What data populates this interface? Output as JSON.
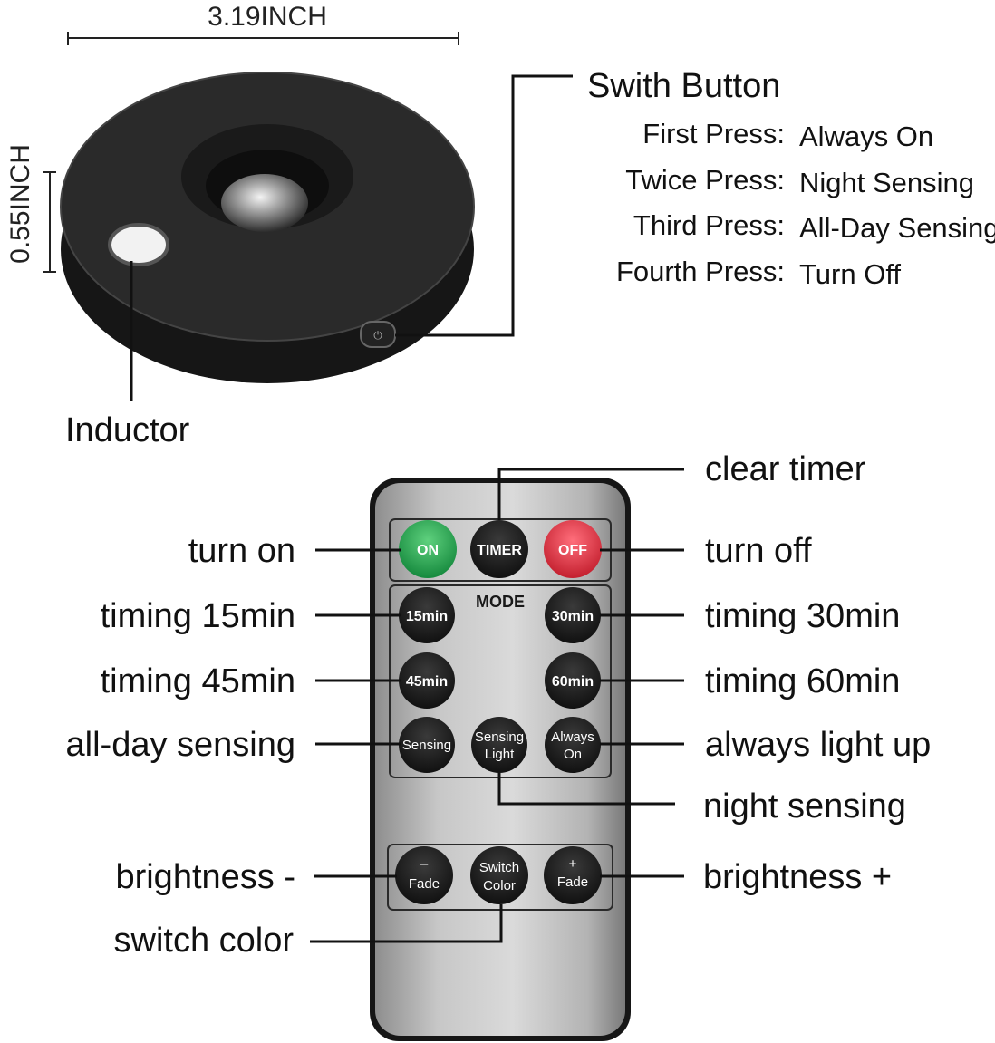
{
  "dimensions": {
    "width_label": "3.19INCH",
    "height_label": "0.55INCH"
  },
  "device": {
    "inductor_label": "Inductor"
  },
  "switch_button": {
    "title": "Swith Button",
    "presses": [
      {
        "press": "First Press:",
        "mode": "Always On"
      },
      {
        "press": "Twice Press:",
        "mode": "Night Sensing"
      },
      {
        "press": "Third Press:",
        "mode": "All-Day Sensing"
      },
      {
        "press": "Fourth Press:",
        "mode": "Turn Off"
      }
    ]
  },
  "remote": {
    "mode_label": "MODE",
    "buttons": {
      "on": "ON",
      "timer": "TIMER",
      "off": "OFF",
      "t15": "15min",
      "t30": "30min",
      "t45": "45min",
      "t60": "60min",
      "sensing": "Sensing",
      "sensing_light_1": "Sensing",
      "sensing_light_2": "Light",
      "always_on_1": "Always",
      "always_on_2": "On",
      "fade_minus_sign": "–",
      "fade_minus": "Fade",
      "switch_color_1": "Switch",
      "switch_color_2": "Color",
      "fade_plus_sign": "+",
      "fade_plus": "Fade"
    },
    "callouts": {
      "turn_on": "turn on",
      "clear_timer": "clear timer",
      "turn_off": "turn off",
      "timing_15": "timing 15min",
      "timing_30": "timing 30min",
      "timing_45": "timing 45min",
      "timing_60": "timing 60min",
      "all_day_sensing": "all-day sensing",
      "always_light_up": "always light up",
      "night_sensing": "night sensing",
      "brightness_minus": "brightness -",
      "brightness_plus": "brightness +",
      "switch_color": "switch color"
    }
  },
  "colors": {
    "on_button": "#1f9a4a",
    "off_button": "#d9303f",
    "button_dark": "#1c1c1c",
    "remote_body": "#b9b9b9"
  }
}
